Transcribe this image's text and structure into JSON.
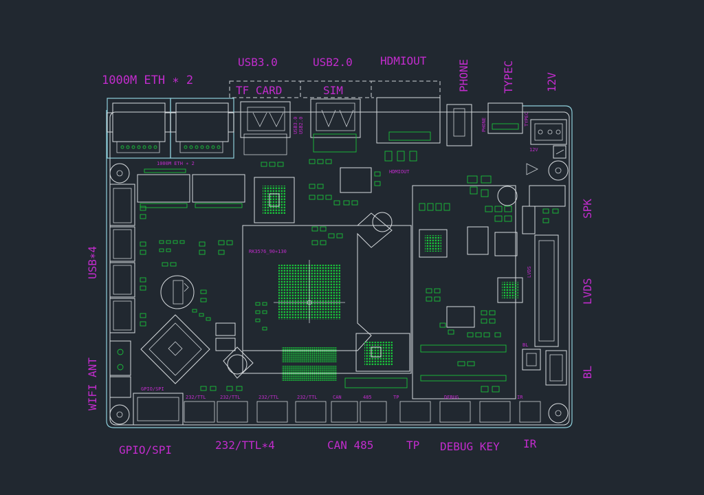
{
  "labels": {
    "eth": "1000M ETH ∗ 2",
    "usb30": "USB3.0",
    "usb20": "USB2.0",
    "hdmiout": "HDMIOUT",
    "phone": "PHONE",
    "typec": "TYPEC",
    "v12": "12V",
    "tf_card": "TF CARD",
    "sim": "SIM",
    "usb4": "USB∗4",
    "wifi_ant": "WIFI ANT",
    "spk": "SPK",
    "lvds": "LVDS",
    "bl": "BL",
    "gpio_spi": "GPIO/SPI",
    "ttl4": "232/TTL∗4",
    "can485": "CAN 485",
    "tp": "TP",
    "debug_key": "DEBUG KEY",
    "ir": "IR"
  },
  "silk": {
    "eth": "1000M ETH ∗ 2",
    "soc": "RK3576_90∗130",
    "usb30": "USB3.0",
    "usb20": "USB2.0",
    "hdmiout": "HDMIOUT",
    "phone": "PHONE",
    "typec": "TYPEC",
    "v12": "12V",
    "lvds": "LVDS",
    "bl": "BL",
    "gpio_spi": "GPIO/SPI",
    "ttl1": "232/TTL",
    "ttl2": "232/TTL",
    "ttl3": "232/TTL",
    "ttl4": "232/TTL",
    "can": "CAN",
    "r485": "485",
    "tp": "TP",
    "debug": "DEBUG",
    "ir": "IR"
  },
  "colors": {
    "background": "#212830",
    "label": "#c22ccd",
    "outline": "#d8dcdf",
    "pad_green": "#19c23a",
    "edge_cyan": "#8fd0dc"
  }
}
